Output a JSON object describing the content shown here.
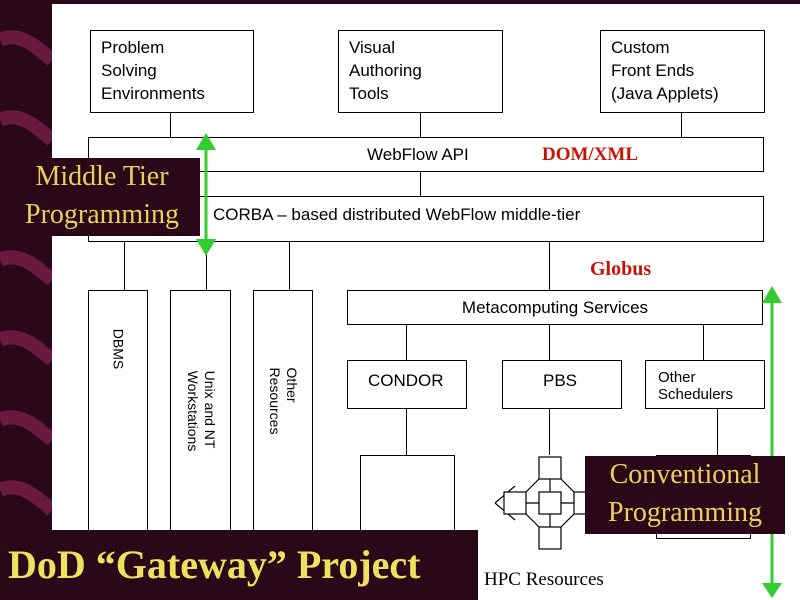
{
  "clients": [
    {
      "label": "Problem\nSolving\nEnvironments"
    },
    {
      "label": "Visual\nAuthoring\nTools"
    },
    {
      "label": "Custom\nFront Ends\n(Java Applets)"
    }
  ],
  "webflow_api": "WebFlow API",
  "dom_xml": "DOM/XML",
  "corba": "CORBA – based distributed WebFlow middle-tier",
  "middle_tier": "Middle Tier\nProgramming",
  "globus": "Globus",
  "metacomputing": "Metacomputing Services",
  "vertical_boxes": [
    {
      "label": "DBMS"
    },
    {
      "label": "Unix and NT\nWorkstations"
    },
    {
      "label": "Other\nResources"
    }
  ],
  "schedulers": [
    {
      "label": "CONDOR"
    },
    {
      "label": "PBS"
    },
    {
      "label": "Other\nSchedulers"
    }
  ],
  "conventional": "Conventional\nProgramming",
  "title": "DoD “Gateway” Project",
  "hpc_resources": "HPC Resources",
  "colors": {
    "background": "#2a0818",
    "label_text": "#e8d060",
    "accent_red": "#cc1100",
    "arrow_green": "#33cc33"
  }
}
